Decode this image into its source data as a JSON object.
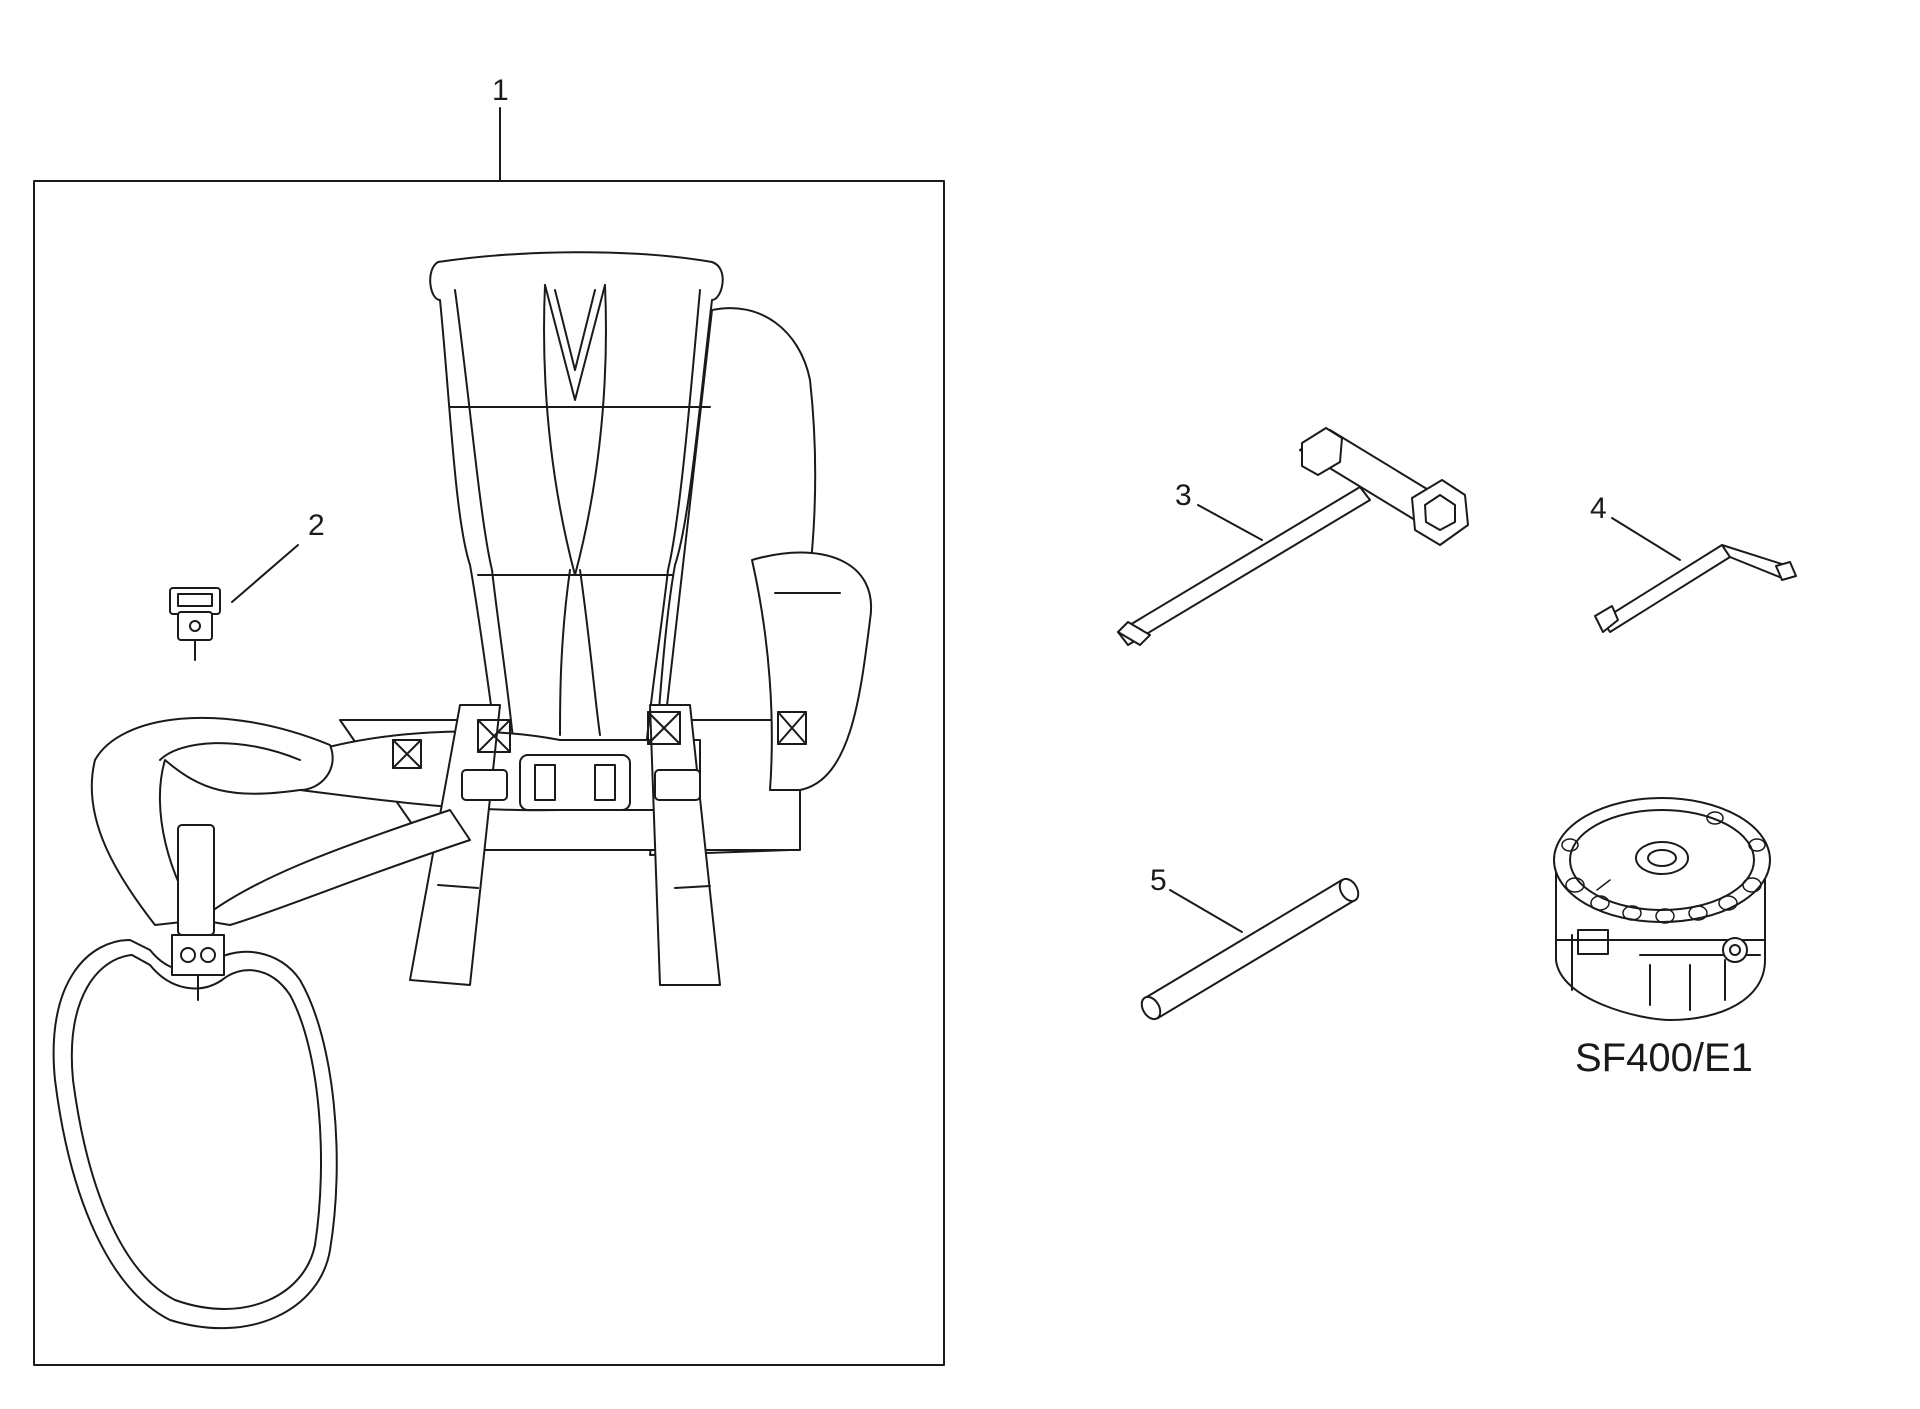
{
  "callouts": {
    "part_1": "1",
    "part_2": "2",
    "part_3": "3",
    "part_4": "4",
    "part_5": "5"
  },
  "model_label": "SF400/E1",
  "colors": {
    "line": "#1a1a1a",
    "background": "#ffffff"
  },
  "icons": {
    "part_1": "harness-backpack-icon",
    "part_2": "buckle-clip-icon",
    "part_3": "spark-plug-wrench-icon",
    "part_4": "hex-key-icon",
    "part_5": "rod-icon",
    "spool": "trimmer-head-icon"
  }
}
